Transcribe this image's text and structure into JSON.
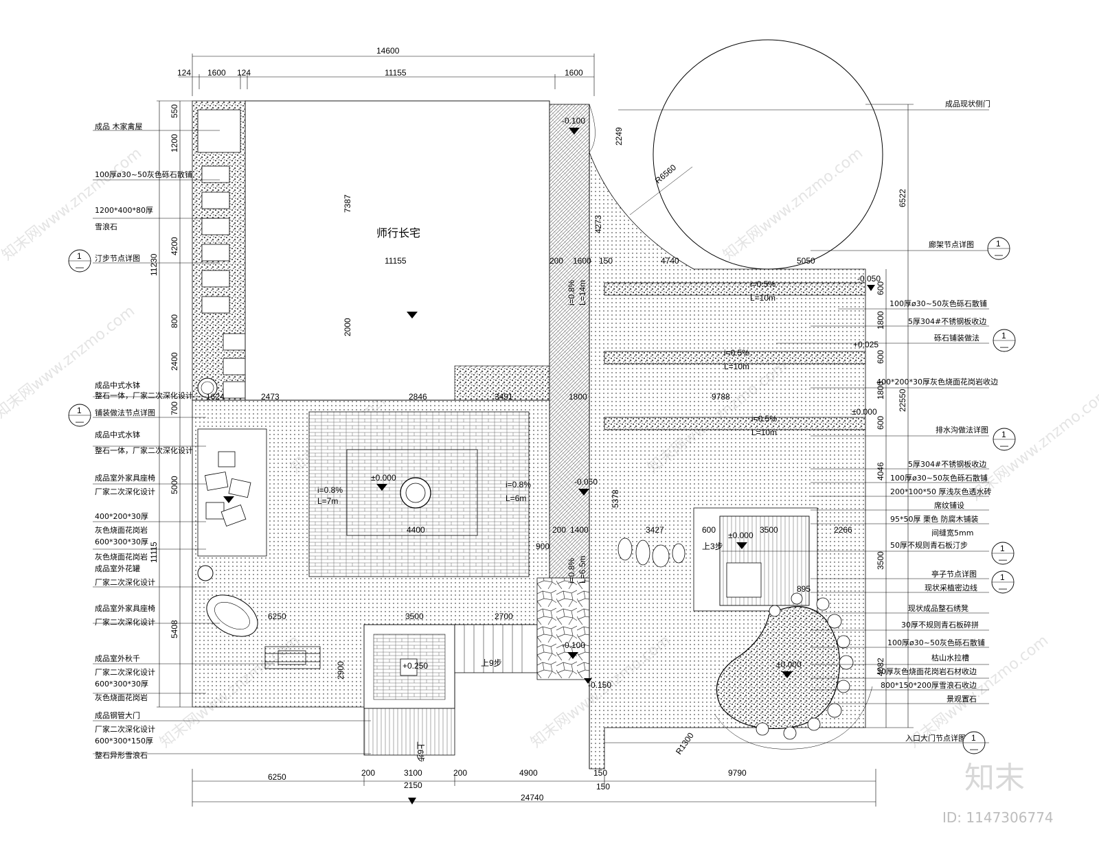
{
  "title": "师行长宅",
  "dims_top": [
    "14600",
    "124",
    "1600",
    "124",
    "11155",
    "1600",
    "11155",
    "200",
    "1600",
    "150",
    "4740",
    "5050"
  ],
  "dims_bottom": [
    "6250",
    "200",
    "3100",
    "200",
    "4900",
    "150",
    "9790",
    "2150",
    "150",
    "24740"
  ],
  "dims_left": [
    "550",
    "1200",
    "4200",
    "11230",
    "800",
    "2400",
    "700",
    "5000",
    "11115",
    "5408"
  ],
  "dims_right": [
    "6522",
    "22550",
    "600",
    "1800",
    "600",
    "1800",
    "600",
    "4046",
    "3500",
    "4082"
  ],
  "dims_inner": [
    "7387",
    "2000",
    "2846",
    "3491",
    "1800",
    "9788",
    "4400",
    "3500",
    "2700",
    "6250",
    "1624",
    "2473",
    "900",
    "200",
    "1400",
    "5378",
    "3427",
    "600",
    "3500",
    "2266",
    "895",
    "2900",
    "R6560",
    "R1300",
    "2249",
    "4273"
  ],
  "levels": [
    "-0.100",
    "-0.050",
    "+0.025",
    "±0.000",
    "±0.000",
    "-0.050",
    "-0.100",
    "±0.000",
    "+0.250",
    "±0.000",
    "-0.150"
  ],
  "slopes": [
    "i=0.5%",
    "L=10m",
    "i=0.5%",
    "L=10m",
    "i=0.5%",
    "L=10m",
    "i=0.8%",
    "L=7m",
    "i=0.8%",
    "L=6m",
    "i=0.8%",
    "L=14m",
    "i=0.8%",
    "L=6.5m"
  ],
  "steps": [
    "上9步",
    "上3步",
    "上6步"
  ],
  "left_labels": [
    "成品 木家禽屋",
    "100厚ø30~50灰色砾石散铺",
    "1200*400*80厚",
    "雪浪石",
    "汀步节点详图",
    "成品中式水钵",
    "整石一体，厂家二次深化设计",
    "铺装做法节点详图",
    "成品中式水钵",
    "整石一体，厂家二次深化设计",
    "成品室外家具座椅",
    "厂家二次深化设计",
    "400*200*30厚",
    "灰色烧面花岗岩",
    "600*300*30厚",
    "灰色烧面花岗岩",
    "成品室外花罐",
    "厂家二次深化设计",
    "成品室外家具座椅",
    "厂家二次深化设计",
    "成品室外秋千",
    "厂家二次深化设计",
    "600*300*30厚",
    "灰色烧面花岗岩",
    "成品钢管大门",
    "厂家二次深化设计",
    "600*300*150厚",
    "整石异形雪浪石"
  ],
  "right_labels": [
    "成品现状侧门",
    "廊架节点详图",
    "100厚ø30~50灰色砾石散铺",
    "5厚304#不锈钢板收边",
    "砾石铺装做法",
    "400*200*30厚灰色烧面花岗岩收边",
    "排水沟做法详图",
    "5厚304#不锈钢板收边",
    "100厚ø30~50灰色砾石散铺",
    "200*100*50  厚浅灰色透水砖",
    "席纹铺设",
    "95*50厚  栗色  防腐木铺装",
    "间缝宽5mm",
    "50厚不规则青石板汀步",
    "亭子节点详图",
    "现状采植密边线",
    "现状成品整石绣凳",
    "30厚不规则青石板碎拼",
    "100厚ø30~50灰色砾石散铺",
    "枯山水拉槽",
    "30厚灰色烧面花岗岩石材收边",
    "800*150*200厚雪浪石收边",
    "景观置石",
    "入口大门节点详图"
  ],
  "callout_num": "1",
  "callout_sub": "—",
  "watermark": "知末网www.znzmo.com",
  "brand": "知末",
  "brand_id": "ID: 1147306774"
}
